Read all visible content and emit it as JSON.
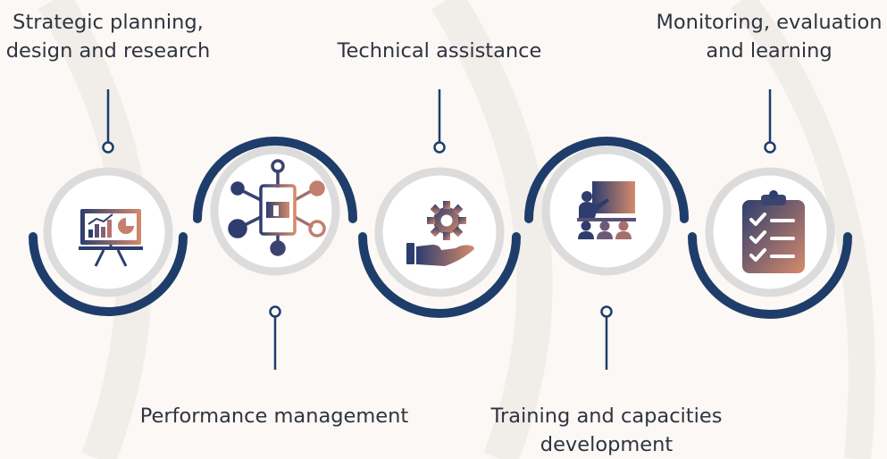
{
  "steps": [
    {
      "id": "strategic",
      "line1": "Strategic planning,",
      "line2": "design and research",
      "icon": "presentation-chart-icon"
    },
    {
      "id": "performance",
      "line1": "Performance management",
      "line2": "",
      "icon": "network-hub-icon"
    },
    {
      "id": "technical",
      "line1": "Technical assistance",
      "line2": "",
      "icon": "gear-hand-icon"
    },
    {
      "id": "training",
      "line1": "Training and capacities",
      "line2": "development",
      "icon": "classroom-teacher-icon"
    },
    {
      "id": "monitoring",
      "line1": "Monitoring, evaluation",
      "line2": "and learning",
      "icon": "clipboard-checklist-icon"
    }
  ],
  "colors": {
    "navy": "#1e3d6b",
    "grad_start": "#2d3d6e",
    "grad_end": "#d68a6b",
    "ring_gray": "#dadada",
    "background": "#fbf8f5"
  }
}
